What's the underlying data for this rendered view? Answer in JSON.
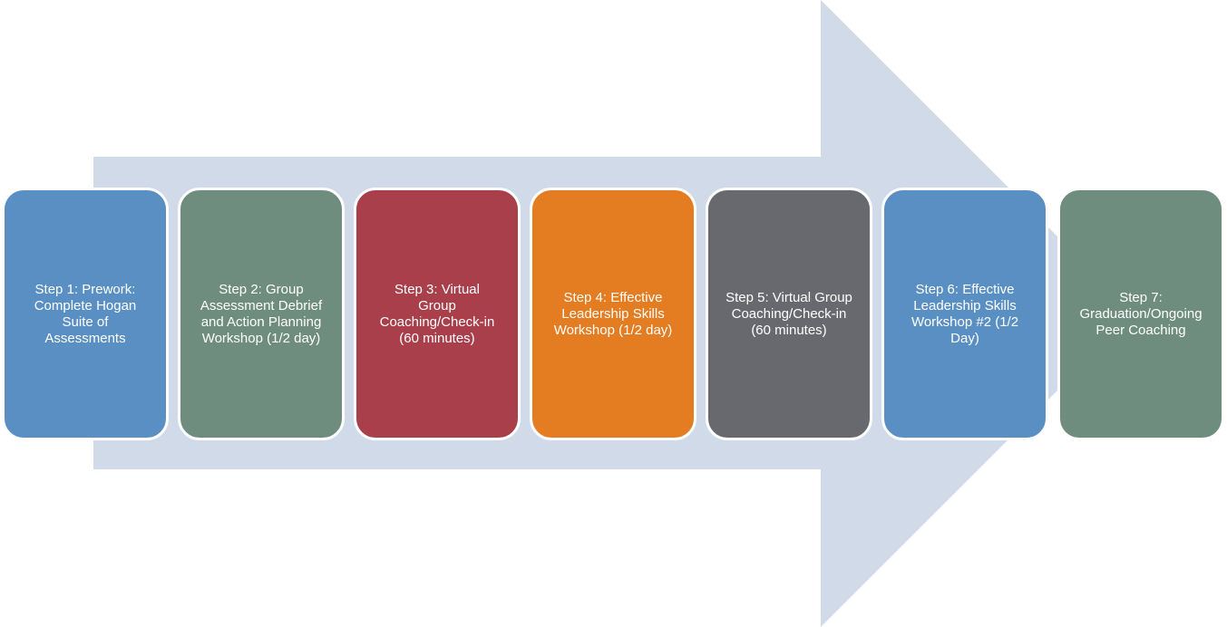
{
  "colors": {
    "arrow": "#d0dae9",
    "blue": "#5a8fc3",
    "green": "#6e8d7e",
    "red": "#a83f4b",
    "orange": "#e47c22",
    "gray": "#68696e"
  },
  "steps": [
    {
      "text": "Step 1: Prework:\nComplete Hogan\nSuite of\nAssessments",
      "color": "#5a8fc3"
    },
    {
      "text": "Step 2: Group\nAssessment Debrief\nand Action Planning\nWorkshop (1/2 day)",
      "color": "#6e8d7e"
    },
    {
      "text": "Step 3:  Virtual\nGroup\nCoaching/Check-in\n(60 minutes)",
      "color": "#a83f4b"
    },
    {
      "text": "Step 4:  Effective\nLeadership Skills\nWorkshop (1/2 day)",
      "color": "#e47c22"
    },
    {
      "text": "Step 5: Virtual Group\nCoaching/Check-in\n(60 minutes)",
      "color": "#68696e"
    },
    {
      "text": "Step 6:  Effective\nLeadership Skills\nWorkshop #2 (1/2\nDay)",
      "color": "#5a8fc3"
    },
    {
      "text": "Step 7:\nGraduation/Ongoing\nPeer Coaching",
      "color": "#6e8d7e"
    }
  ]
}
